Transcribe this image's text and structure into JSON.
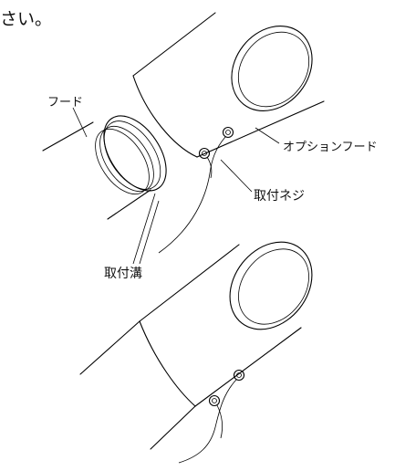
{
  "text": {
    "top_fragment": "さい。",
    "hood_label": "フード",
    "option_hood_label": "オプションフード",
    "screw_label": "取付ネジ",
    "groove_label": "取付溝"
  }
}
